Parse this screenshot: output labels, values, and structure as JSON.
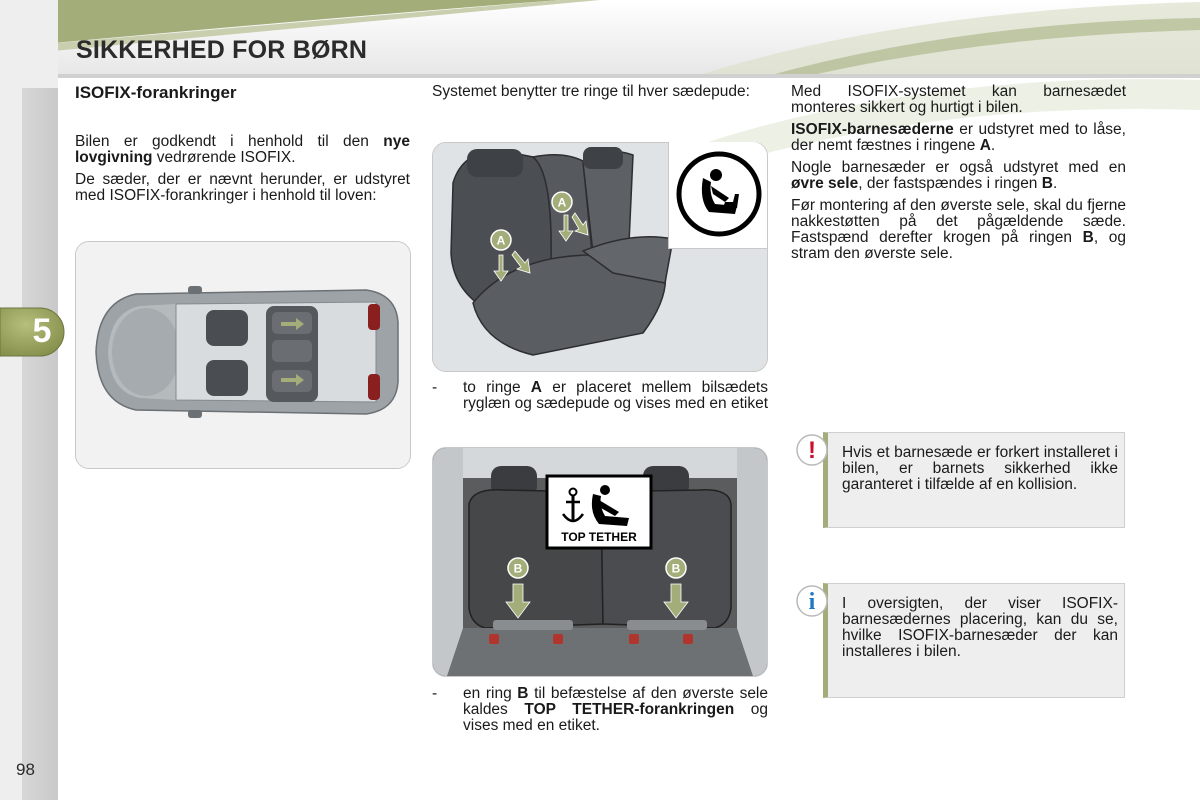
{
  "header": {
    "title": "SIKKERHED FOR BØRN"
  },
  "chapter": {
    "number": "5"
  },
  "page_number": "98",
  "column1": {
    "heading": "ISOFIX-forankringer",
    "p1_pre": "Bilen er godkendt i henhold til den ",
    "p1_bold": "nye lovgivning",
    "p1_post": " vedrørende ISOFIX.",
    "p2": "De sæder, der er nævnt herunder, er udstyret med ISOFIX-forankringer i henhold til loven:"
  },
  "column2": {
    "intro": "Systemet benytter tre ringe til hver sædepude:",
    "seat_figure_label": "A",
    "bullet_a": {
      "dash": "-",
      "pre": "to ringe ",
      "bold": "A",
      "post": " er placeret mellem bilsædets ryglæn og sædepude og vises med en etiket"
    },
    "trunk_figure_label": "B",
    "top_tether_label": "TOP TETHER",
    "bullet_b": {
      "dash": "-",
      "pre": "en ring ",
      "bold1": "B",
      "mid": " til befæstelse af den øverste sele kaldes ",
      "bold2": "TOP TETHER-forankringen",
      "post": " og vises med en etiket."
    }
  },
  "column3": {
    "p1": "Med ISOFIX-systemet kan barnesædet monteres sikkert og hurtigt i bilen.",
    "p2_bold": "ISOFIX-barnesæderne",
    "p2_mid": " er udstyret med to låse, der nemt fæstnes i ringene ",
    "p2_bold2": "A",
    "p2_end": ".",
    "p3_pre": "Nogle barnesæder er også udstyret med en ",
    "p3_bold": "øvre sele",
    "p3_mid": ", der fastspændes i ringen ",
    "p3_bold2": "B",
    "p3_end": ".",
    "p4_pre": "Før montering af den øverste sele, skal du fjerne nakkestøtten på det pågældende sæde. Fastspænd derefter krogen på ringen ",
    "p4_bold": "B",
    "p4_end": ", og stram den øverste sele."
  },
  "notices": {
    "warning_symbol": "!",
    "warning_text": "Hvis et barnesæde er forkert installeret i bilen, er barnets sikkerhed ikke garanteret i tilfælde af en kollision.",
    "info_symbol": "i",
    "info_text": "I oversigten, der viser ISOFIX-barnesædernes placering, kan du se, hvilke ISOFIX-barnesæder der kan installeres i bilen."
  },
  "colors": {
    "accent_green": "#a3ad7a",
    "chapter_green": "#8f9a52",
    "warning_red": "#c8102e",
    "info_blue": "#1e78c8"
  }
}
